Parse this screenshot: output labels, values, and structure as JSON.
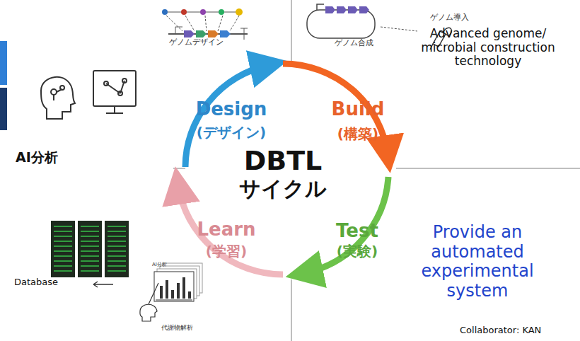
{
  "diagram": {
    "labels": [
      "ゲノムデザイン",
      "ゲノム合成",
      "ゲノム導入",
      "Advanced genome/ microbial construction technology",
      "AI分析",
      "Design",
      "(デザイン)",
      "Build",
      "(構築)",
      "DBTL",
      "サイクル",
      "Learn",
      "(学習)",
      "Test",
      "(実験)",
      "Provide an automated experimental system",
      "Database",
      "AI分析",
      "代謝物解析",
      "Collaborator: KAN"
    ]
  }
}
